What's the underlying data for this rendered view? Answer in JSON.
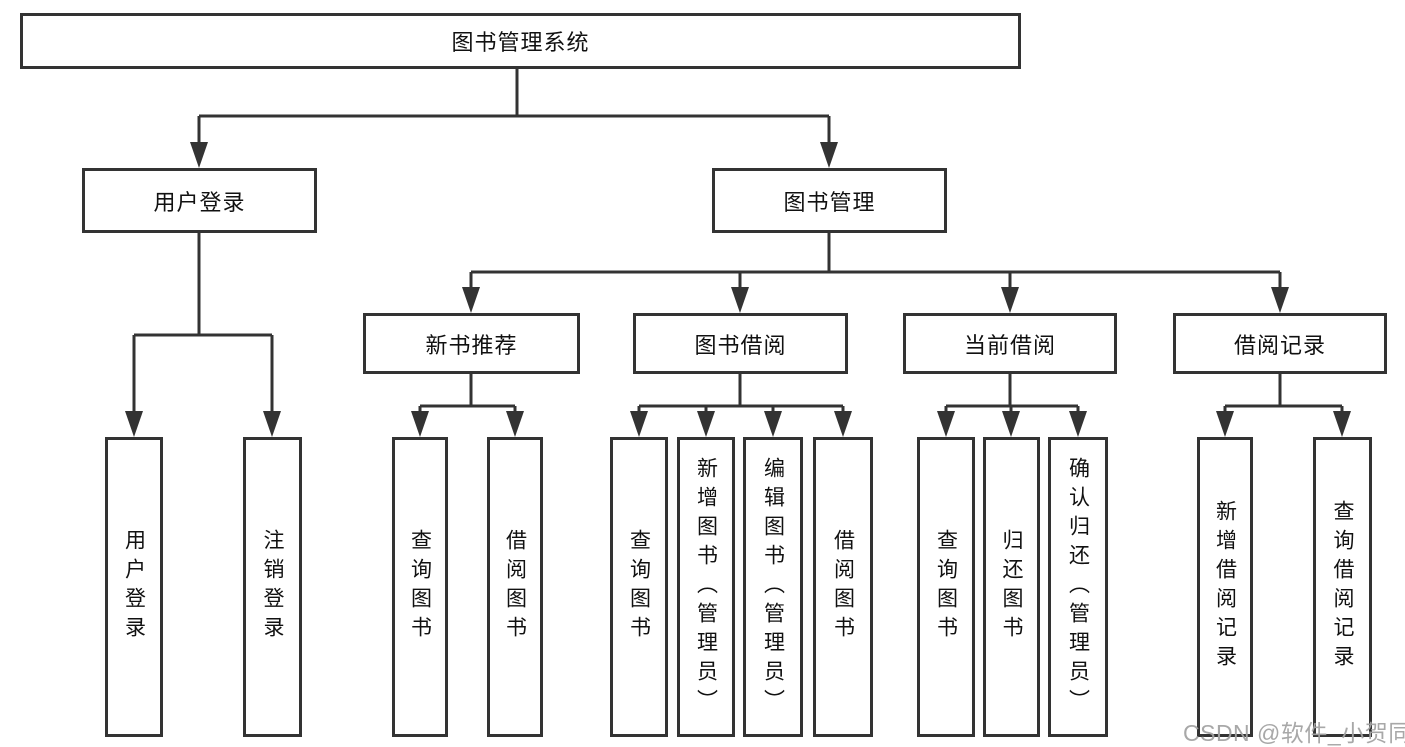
{
  "diagram": {
    "nodes": {
      "root": "图书管理系统",
      "user_login": "用户登录",
      "book_mgmt": "图书管理",
      "new_book": "新书推荐",
      "book_borrow": "图书借阅",
      "current_borrow": "当前借阅",
      "borrow_record": "借阅记录"
    },
    "leaves": {
      "user_login": [
        "用户登录",
        "注销登录"
      ],
      "new_book": [
        "查询图书",
        "借阅图书"
      ],
      "book_borrow": [
        "查询图书",
        "新增图书（管理员）",
        "编辑图书（管理员）",
        "借阅图书"
      ],
      "current_borrow": [
        "查询图书",
        "归还图书",
        "确认归还（管理员）"
      ],
      "borrow_record": [
        "新增借阅记录",
        "查询借阅记录"
      ]
    },
    "watermark": "CSDN @软件_小贺同学",
    "colors": {
      "line": "#333333",
      "text": "#111111",
      "watermark": "#a3a3a3",
      "background": "#ffffff"
    }
  }
}
